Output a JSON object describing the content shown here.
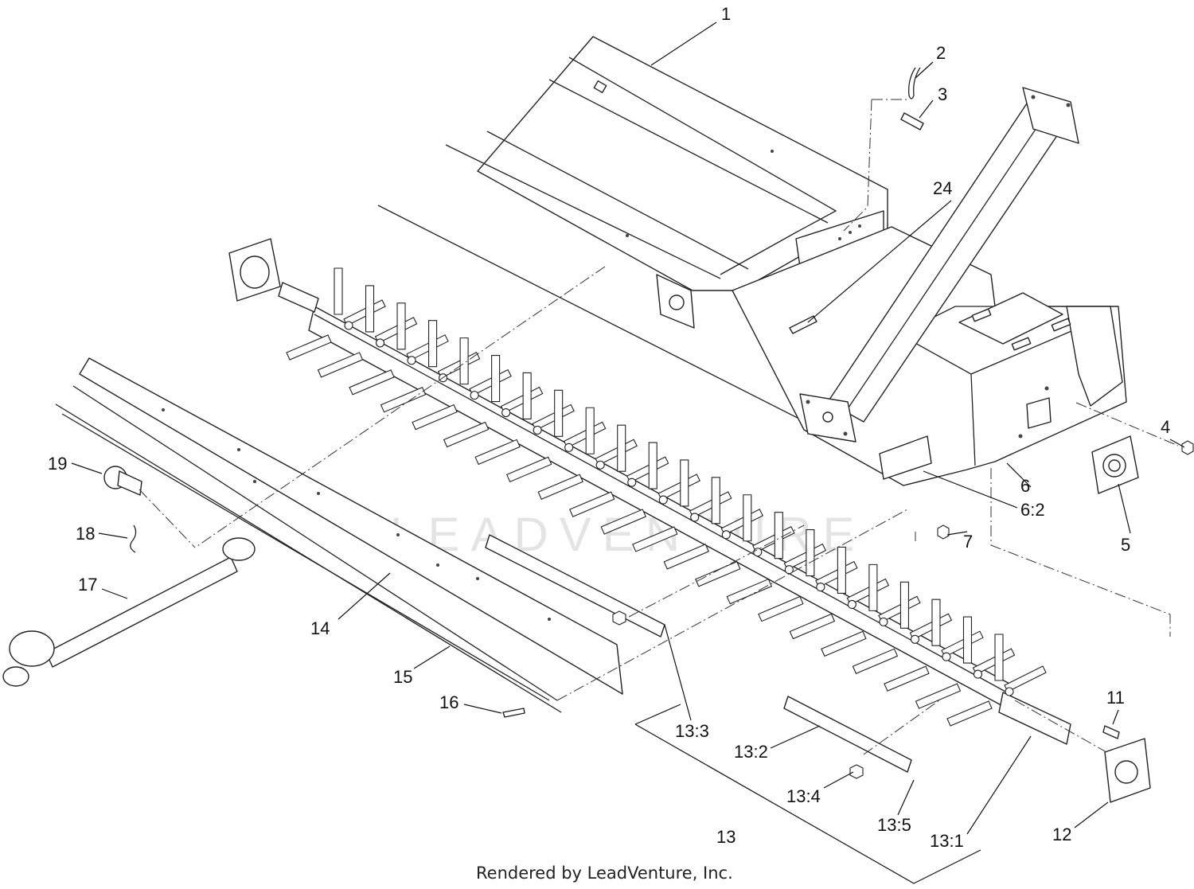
{
  "callouts": [
    {
      "id": "c1",
      "text": "1"
    },
    {
      "id": "c2",
      "text": "2"
    },
    {
      "id": "c3",
      "text": "3"
    },
    {
      "id": "c4",
      "text": "4"
    },
    {
      "id": "c5",
      "text": "5"
    },
    {
      "id": "c6",
      "text": "6"
    },
    {
      "id": "c6_2",
      "text": "6:2"
    },
    {
      "id": "c7",
      "text": "7"
    },
    {
      "id": "c11",
      "text": "11"
    },
    {
      "id": "c12",
      "text": "12"
    },
    {
      "id": "c13",
      "text": "13"
    },
    {
      "id": "c13_1",
      "text": "13:1"
    },
    {
      "id": "c13_2",
      "text": "13:2"
    },
    {
      "id": "c13_3",
      "text": "13:3"
    },
    {
      "id": "c13_4",
      "text": "13:4"
    },
    {
      "id": "c13_5",
      "text": "13:5"
    },
    {
      "id": "c14",
      "text": "14"
    },
    {
      "id": "c15",
      "text": "15"
    },
    {
      "id": "c16",
      "text": "16"
    },
    {
      "id": "c17",
      "text": "17"
    },
    {
      "id": "c18",
      "text": "18"
    },
    {
      "id": "c19",
      "text": "19"
    },
    {
      "id": "c24",
      "text": "24"
    }
  ],
  "footer": {
    "credit": "Rendered by LeadVenture, Inc."
  },
  "watermark": {
    "text": "LEADVENTURE"
  }
}
